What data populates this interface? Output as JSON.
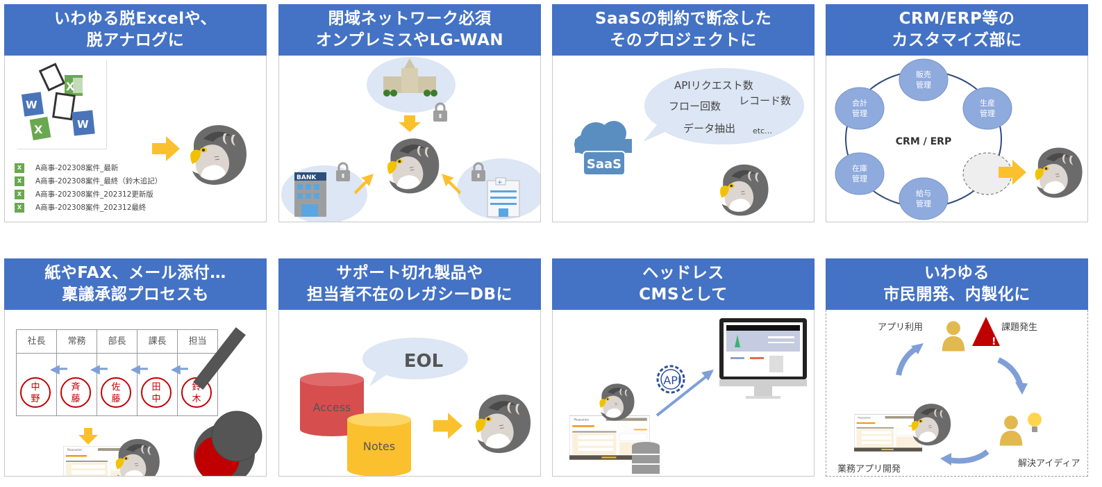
{
  "colors": {
    "header_bg": "#4472C4",
    "header_text": "#FFFFFF",
    "arrow_yellow": "#FBC02D",
    "bubble_blue": "#DCE6F4",
    "crm_node": "#8FAADC",
    "stamp_red": "#C00000",
    "arrow_blue": "#7F9FD6"
  },
  "panels": [
    {
      "title_line1": "いわゆる脱Excelや、",
      "title_line2": "脱アナログに",
      "files": [
        "A商事-202308案件_最新",
        "A商事-202308案件_最終（鈴木追記）",
        "A商事-202308案件_202312更新版",
        "A商事-202308案件_202312最終"
      ],
      "icons": [
        "excel-icon",
        "word-icon",
        "document-icon",
        "arrow-right-icon",
        "falcon-mascot-icon"
      ]
    },
    {
      "title_line1": "閉域ネットワーク必須",
      "title_line2": "オンプレミスやLG-WAN",
      "bank_label": "BANK",
      "icons": [
        "government-building-icon",
        "bank-icon",
        "hospital-icon",
        "lock-icon",
        "falcon-mascot-icon"
      ]
    },
    {
      "title_line1": "SaaSの制約で断念した",
      "title_line2": "そのプロジェクトに",
      "bubble_items": [
        "APIリクエスト数",
        "フロー回数",
        "レコード数",
        "データ抽出",
        "etc…"
      ],
      "cloud_label": "SaaS"
    },
    {
      "title_line1": "CRM/ERP等の",
      "title_line2": "カスタマイズ部に",
      "center_label": "CRM / ERP",
      "nodes": [
        {
          "line1": "販売",
          "line2": "管理"
        },
        {
          "line1": "生産",
          "line2": "管理"
        },
        {
          "line1": "会計",
          "line2": "管理"
        },
        {
          "line1": "在庫",
          "line2": "管理"
        },
        {
          "line1": "給与",
          "line2": "管理"
        }
      ]
    },
    {
      "title_line1": "紙やFAX、メール添付…",
      "title_line2": "稟議承認プロセスも",
      "columns": [
        "社長",
        "常務",
        "部長",
        "課長",
        "担当"
      ],
      "stamps": [
        {
          "line1": "中",
          "line2": "野"
        },
        {
          "line1": "斉",
          "line2": "藤"
        },
        {
          "line1": "佐",
          "line2": "藤"
        },
        {
          "line1": "田",
          "line2": "中"
        },
        {
          "line1": "鈴",
          "line2": "木"
        }
      ]
    },
    {
      "title_line1": "サポート切れ製品や",
      "title_line2": "担当者不在のレガシーDBに",
      "bubble_label": "EOL",
      "db1_label": "Access",
      "db2_label": "Notes"
    },
    {
      "title_line1": "ヘッドレス",
      "title_line2": "CMSとして",
      "api_label": "API",
      "app_name": "Pleasanter"
    },
    {
      "title_line1": "いわゆる",
      "title_line2": "市民開発、内製化に",
      "cycle": [
        "アプリ利用",
        "課題発生",
        "解決アイディア",
        "業務アプリ開発"
      ],
      "warning_mark": "!",
      "app_name": "Pleasanter"
    }
  ]
}
